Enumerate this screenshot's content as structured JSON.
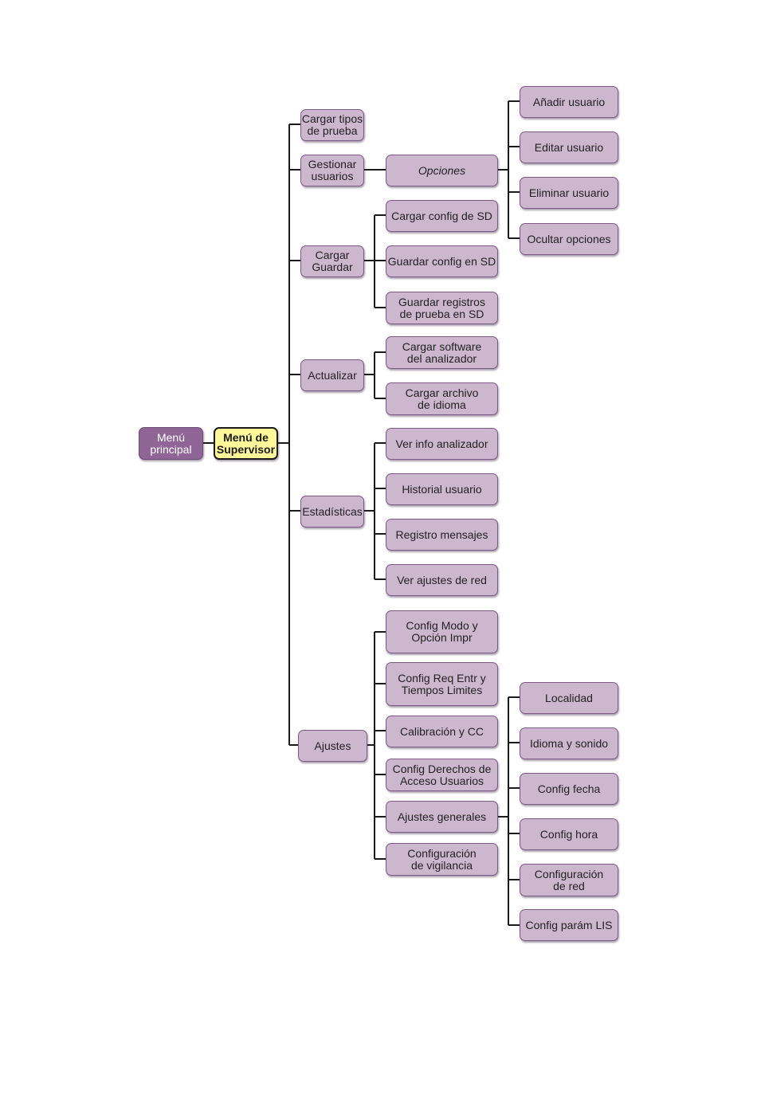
{
  "colors": {
    "node_fill": "#cdb7cf",
    "node_border": "#7d5a86",
    "root_fill": "#8f6596",
    "highlight_fill": "#fef79a",
    "connector": "#1a1a1a"
  },
  "root": "Menú\nprincipal",
  "supervisor": "Menú de\nSupervisor",
  "level1": {
    "cargar_tipos": "Cargar tipos\nde prueba",
    "gestionar": "Gestionar\nusuarios",
    "cargar_guardar": "Cargar\nGuardar",
    "actualizar": "Actualizar",
    "estadisticas": "Estadísticas",
    "ajustes": "Ajustes"
  },
  "gestionar_children": {
    "opciones": "Opciones"
  },
  "opciones_children": {
    "anadir": "Añadir usuario",
    "editar": "Editar usuario",
    "eliminar": "Eliminar usuario",
    "ocultar": "Ocultar opciones"
  },
  "cargar_guardar_children": {
    "cargar_config": "Cargar config de SD",
    "guardar_config": "Guardar config en SD",
    "guardar_registros": "Guardar registros\nde prueba en SD"
  },
  "actualizar_children": {
    "cargar_software": "Cargar software\ndel analizador",
    "cargar_archivo": "Cargar archivo\nde idioma"
  },
  "estadisticas_children": {
    "ver_info": "Ver info analizador",
    "historial": "Historial usuario",
    "registro": "Registro mensajes",
    "ver_ajustes_red": "Ver ajustes de red"
  },
  "ajustes_children": {
    "config_modo": "Config Modo y\nOpción Impr",
    "config_req": "Config Req Entr y\nTiempos Limites",
    "calibracion": "Calibración y CC",
    "config_derechos": "Config Derechos de\nAcceso Usuarios",
    "ajustes_generales": "Ajustes generales",
    "config_vigilancia": "Configuración\nde vigilancia"
  },
  "generales_children": {
    "localidad": "Localidad",
    "idioma": "Idioma y sonido",
    "config_fecha": "Config fecha",
    "config_hora": "Config hora",
    "config_red": "Configuración\nde red",
    "config_lis": "Config parám LIS"
  }
}
